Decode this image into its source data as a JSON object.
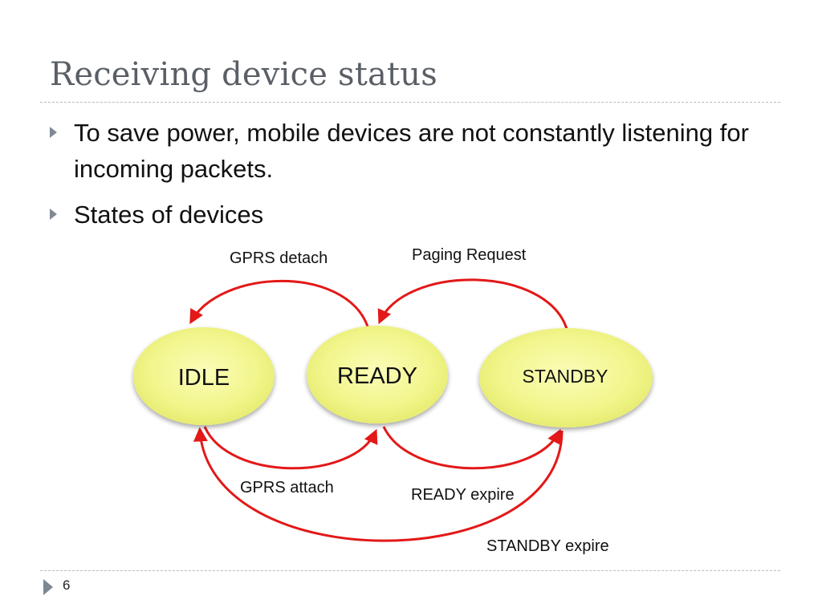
{
  "slide": {
    "title": "Receiving device status",
    "bullets": [
      "To save power, mobile devices are not constantly listening for incoming packets.",
      "States of devices"
    ],
    "page_number": "6"
  },
  "diagram": {
    "states": {
      "idle": "IDLE",
      "ready": "READY",
      "standby": "STANDBY"
    },
    "transitions": {
      "gprs_detach": "GPRS detach",
      "paging_request": "Paging Request",
      "gprs_attach": "GPRS attach",
      "ready_expire": "READY expire",
      "standby_expire": "STANDBY expire"
    },
    "colors": {
      "arrow": "#e31818",
      "state_fill": "#f1f58a",
      "bullet": "#808a94"
    }
  }
}
